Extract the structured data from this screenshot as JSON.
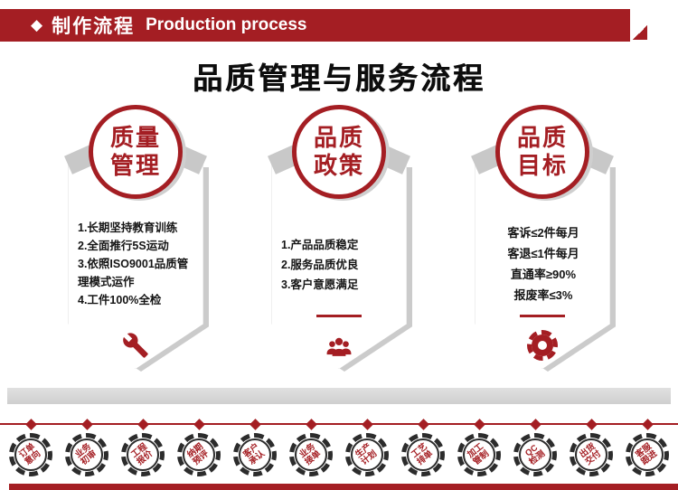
{
  "colors": {
    "red": "#A41E23",
    "gray": "#D8D8D8"
  },
  "header": {
    "diamond_icon": "◆",
    "title_zh": "制作流程",
    "title_en": "Production process"
  },
  "main_title": "品质管理与服务流程",
  "banners": [
    {
      "circle": [
        "质量",
        "管理"
      ],
      "items": [
        "1.长期坚持教育训练",
        "2.全面推行5S运动",
        "3.依照ISO9001品质管理模式运作",
        "4.工件100%全检"
      ],
      "icon": "wrench-icon"
    },
    {
      "circle": [
        "品质",
        "政策"
      ],
      "items": [
        "1.产品品质稳定",
        "2.服务品质优良",
        "3.客户意愿满足"
      ],
      "icon": "people-icon"
    },
    {
      "circle": [
        "品质",
        "目标"
      ],
      "items": [
        "客诉≤2件每月",
        "客退≤1件每月",
        "直通率≥90%",
        "报废率≤3%"
      ],
      "icon": "gear-icon"
    }
  ],
  "process": {
    "steps": [
      {
        "line1": "订单",
        "line2": "意向"
      },
      {
        "line1": "业务",
        "line2": "初审"
      },
      {
        "line1": "工程",
        "line2": "报价"
      },
      {
        "line1": "纳期",
        "line2": "预评"
      },
      {
        "line1": "客户",
        "line2": "承认"
      },
      {
        "line1": "业务",
        "line2": "接单"
      },
      {
        "line1": "生产",
        "line2": "计划"
      },
      {
        "line1": "工艺",
        "line2": "排单"
      },
      {
        "line1": "加工",
        "line2": "管制"
      },
      {
        "line1": "QC",
        "line2": "检测"
      },
      {
        "line1": "出货",
        "line2": "交付"
      },
      {
        "line1": "客服",
        "line2": "跟进"
      }
    ]
  }
}
